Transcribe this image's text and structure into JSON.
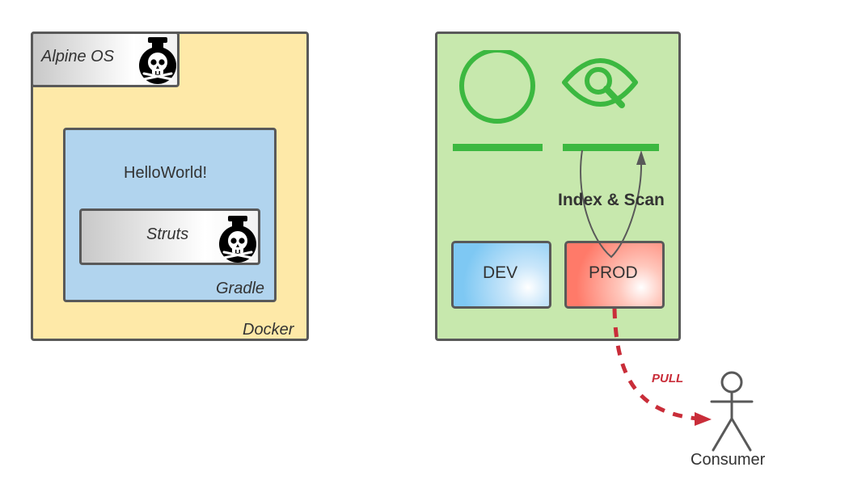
{
  "docker": {
    "label": "Docker",
    "base_image": {
      "label": "Alpine OS",
      "icon": "poison-skull-icon"
    },
    "build_tool": {
      "label": "Gradle",
      "app_label": "HelloWorld!",
      "dependency": {
        "label": "Struts",
        "icon": "poison-skull-icon"
      }
    }
  },
  "registry": {
    "icons": [
      "circle-icon",
      "eye-search-icon"
    ],
    "environments": [
      {
        "label": "DEV",
        "color": "#7ec8f3"
      },
      {
        "label": "PROD",
        "color": "#ff7a69"
      }
    ],
    "scan_label": "Index & Scan",
    "accent_color": "#3cb840",
    "background": "#c7e8ad"
  },
  "flow": {
    "pull_label": "PULL",
    "pull_color": "#c92d39",
    "consumer_label": "Consumer"
  }
}
